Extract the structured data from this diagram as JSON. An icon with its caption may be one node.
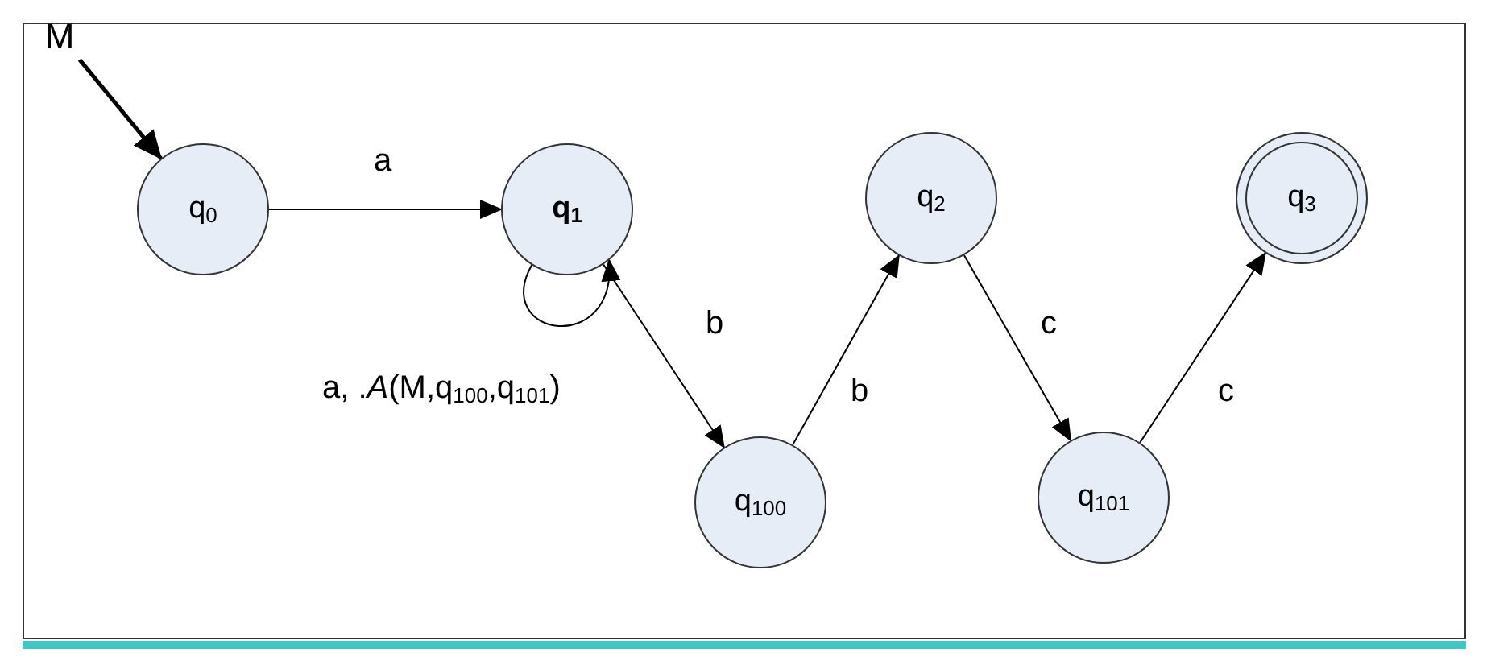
{
  "diagram": {
    "nodes": [
      {
        "text": [
          "M"
        ]
      },
      {
        "text": [
          "q$_{0}$"
        ]
      },
      {
        "text": [
          "**q$_{1}$**"
        ]
      },
      {
        "text": [
          "q$_{100}$"
        ]
      },
      {
        "text": [
          "q$_{2}$"
        ]
      },
      {
        "text": [
          "q$_{101}$"
        ]
      },
      {
        "text": [
          "q$_{3}$"
        ]
      }
    ],
    "edges": [
      {
        "from": 0,
        "to": 1,
        "arrow": "to",
        "style": "thick"
      },
      {
        "from": 1,
        "to": 2,
        "arrow": "to",
        "label": "a"
      },
      {
        "from": 2,
        "to": 2,
        "arrow": "to",
        "label": "a, .*A*(M,q$_{100}$,q$_{101}$)"
      },
      {
        "from": 2,
        "to": 3,
        "arrow": "to",
        "label": "b"
      },
      {
        "from": 3,
        "to": 4,
        "arrow": "to",
        "label": "b"
      },
      {
        "from": 4,
        "to": 5,
        "arrow": "to",
        "label": "c"
      },
      {
        "from": 5,
        "to": 6,
        "arrow": "to",
        "label": "c"
      }
    ]
  }
}
